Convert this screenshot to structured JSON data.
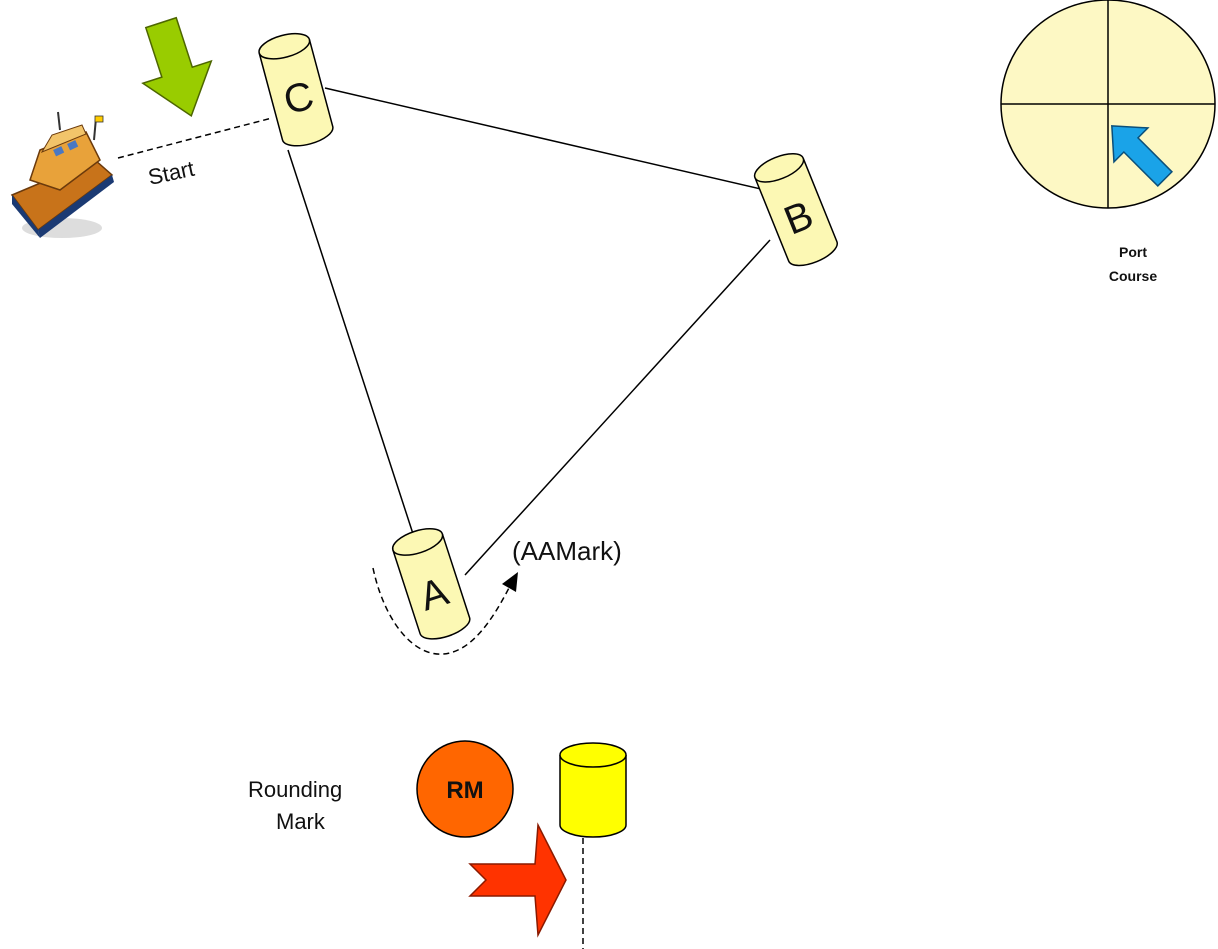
{
  "marks": {
    "a": "A",
    "b": "B",
    "c": "C"
  },
  "labels": {
    "start": "Start",
    "aamark": "(AAMark)",
    "rounding_line1": "Rounding",
    "rounding_line2": "Mark",
    "rm_badge": "RM",
    "course_line1": "Port",
    "course_line2": "Course"
  },
  "colors": {
    "buoy_fill": "#fcf8b4",
    "rounding_buoy_fill": "#ffff00",
    "rm_fill": "#ff6600",
    "compass_fill": "#fdf8c4",
    "compass_arrow": "#1aa3e8",
    "start_arrow": "#99cc00",
    "rounding_arrow": "#ff3300"
  },
  "icons": {
    "boat": "motor-boat-icon",
    "start_arrow": "green-arrow-down-icon",
    "rounding_arrow": "red-arrow-right-icon",
    "compass": "compass-icon",
    "compass_arrow": "blue-arrow-northwest-icon"
  }
}
